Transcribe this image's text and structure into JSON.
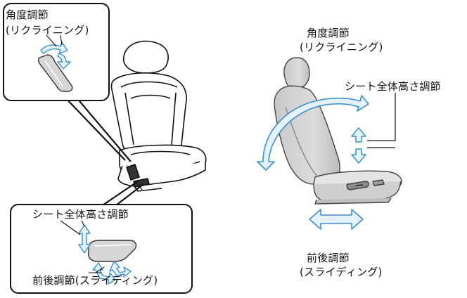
{
  "left_figure": {
    "recline_callout": {
      "line1": "角度調節",
      "line2": "(リクライニング)"
    },
    "lower_callout": {
      "height_label": "シート全体高さ調節",
      "slide_label": "前後調節(スライディング)"
    }
  },
  "right_figure": {
    "recline_label": {
      "line1": "角度調節",
      "line2": "(リクライニング)"
    },
    "height_label": "シート全体高さ調節",
    "slide_label": {
      "line1": "前後調節",
      "line2": "(スライディング)"
    }
  },
  "colors": {
    "arrow_fill": "#e3f2fb",
    "arrow_stroke": "#3a8fd0",
    "seat_gray": "#d3d3d3",
    "seat_dark": "#9a9a9a",
    "outline": "#111111"
  }
}
